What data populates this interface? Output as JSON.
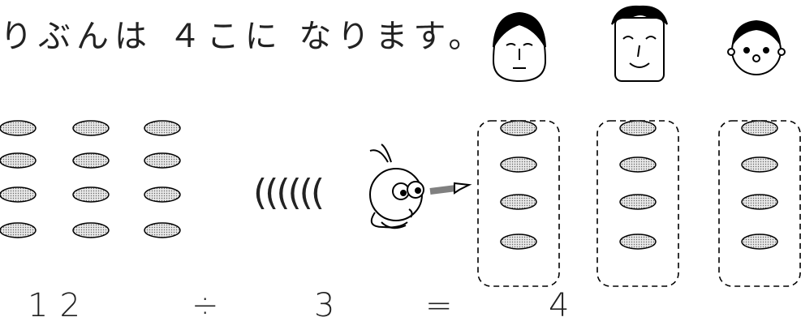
{
  "sentence": "りぶんは ４こに なります。",
  "equation": {
    "dividend": "12",
    "operator_divide": "÷",
    "divisor": "3",
    "operator_equals": "=",
    "quotient": "4"
  },
  "motion_lines": "((((((",
  "colors": {
    "ink": "#000000",
    "bean_fill": "#d9d9d9",
    "arm": "#808080"
  },
  "items": {
    "left_pile_count": 12,
    "people_count": 3,
    "per_person": 4
  }
}
